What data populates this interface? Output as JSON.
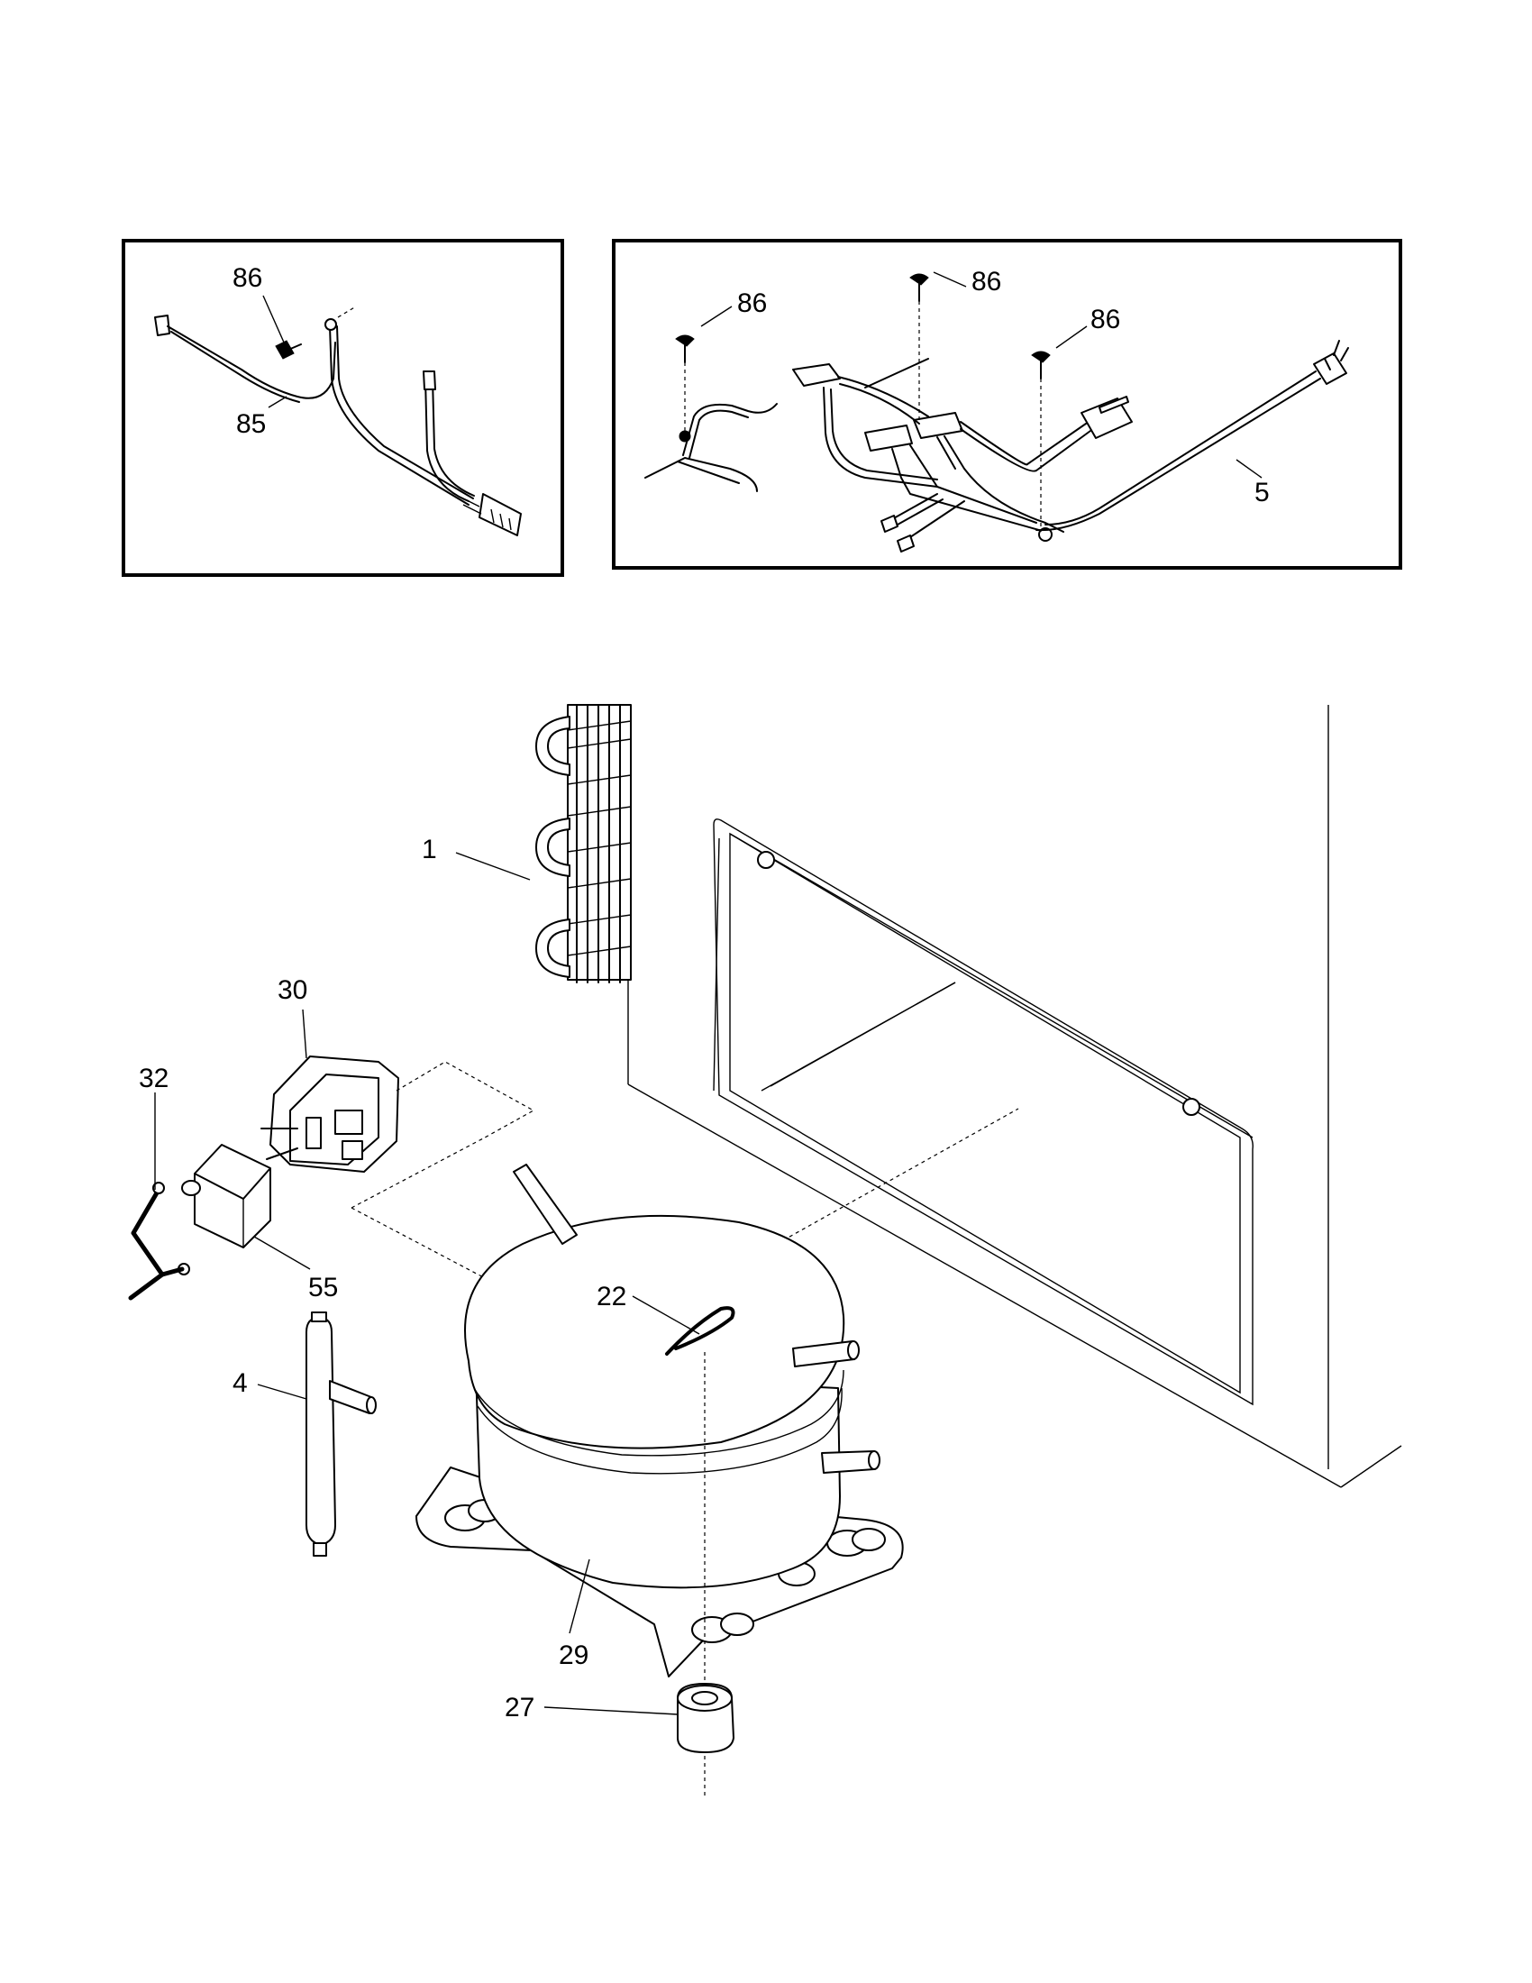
{
  "callouts": {
    "inset1": {
      "screw": "86",
      "harness": "85"
    },
    "inset2": {
      "screw_a": "86",
      "screw_b": "86",
      "screw_c": "86",
      "cord": "5"
    },
    "main": {
      "condenser": "1",
      "relay": "30",
      "clip": "32",
      "overload": "55",
      "drier": "4",
      "clip_22": "22",
      "compressor": "29",
      "grommet": "27"
    }
  },
  "icons": [
    "screw-icon",
    "plug-icon",
    "compressor-icon",
    "condenser-coil-icon",
    "relay-icon",
    "overload-icon",
    "drier-icon",
    "grommet-icon"
  ],
  "colors": {
    "line": "#000000",
    "background": "#ffffff"
  }
}
